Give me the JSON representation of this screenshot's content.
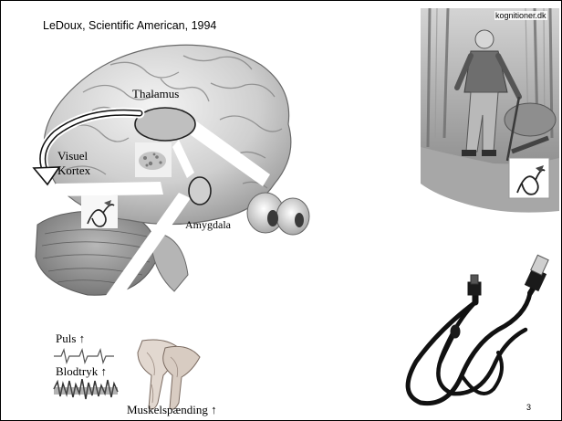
{
  "citation": "LeDoux, Scientific American, 1994",
  "watermark": "kognitioner.dk",
  "labels": {
    "thalamus": "Thalamus",
    "visual_cortex_line1": "Visuel",
    "visual_cortex_line2": "Kortex",
    "amygdala": "Amygdala",
    "pulse": "Puls ↑",
    "blood_pressure": "Blodtryk ↑",
    "muscle_tension": "Muskelspænding ↑"
  },
  "page_number": "3"
}
